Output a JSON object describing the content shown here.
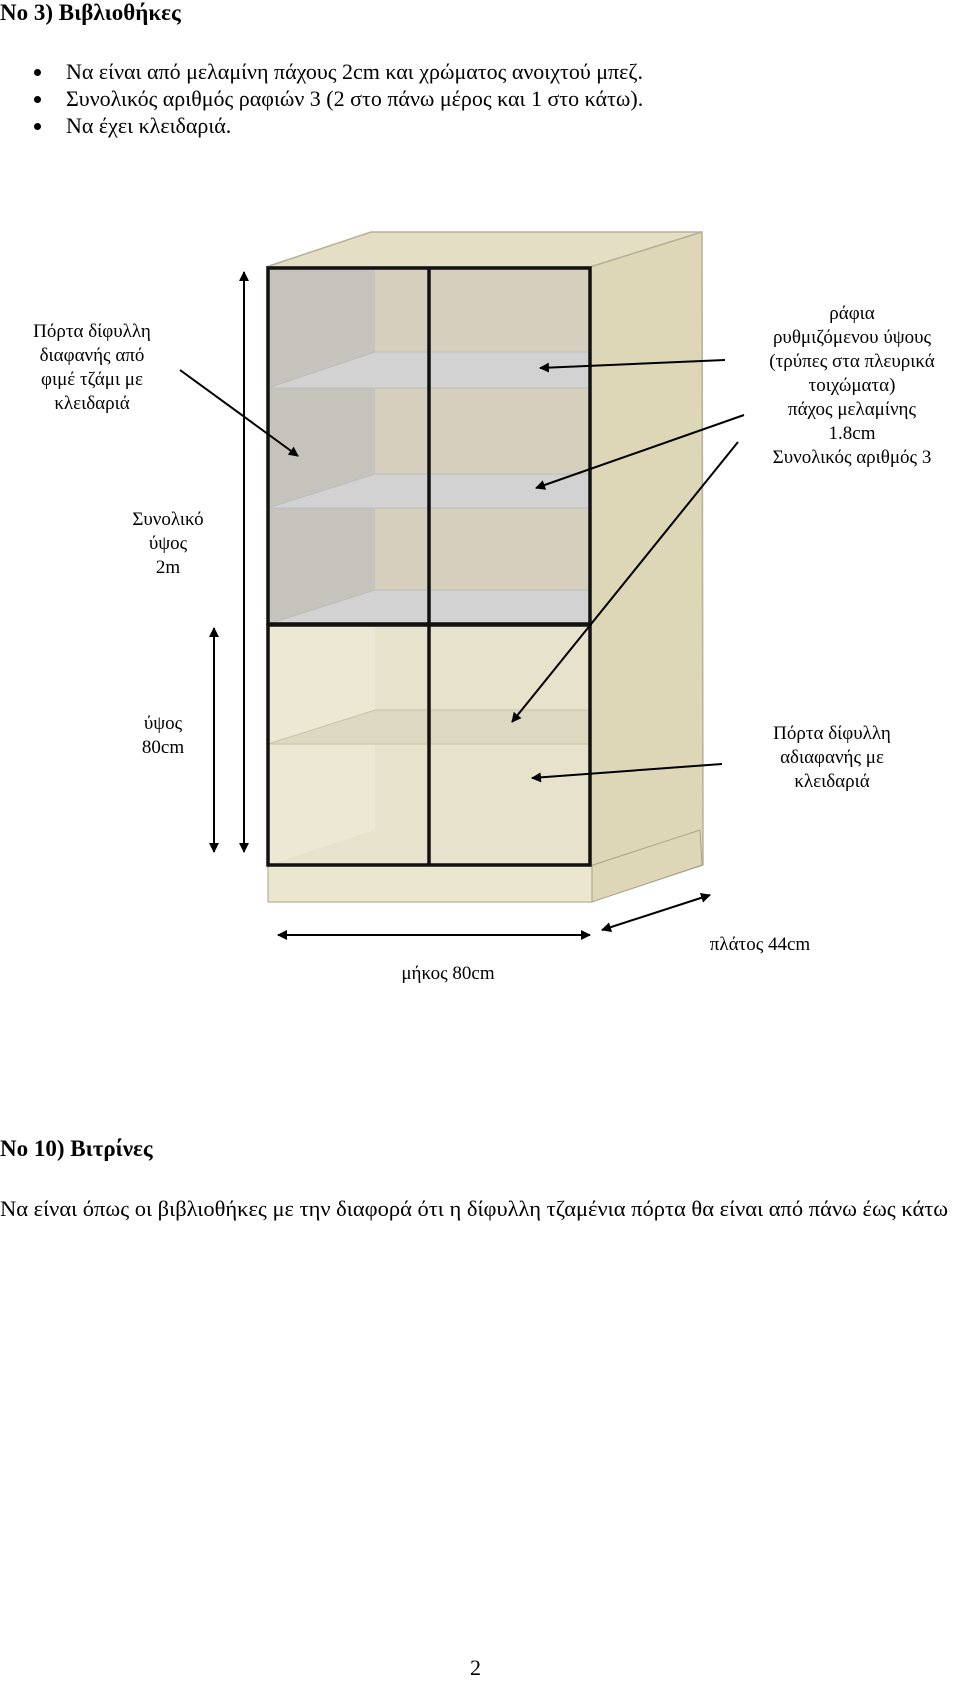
{
  "section_bookcases": {
    "heading": "Νο 3)  Βιβλιοθήκες",
    "bullets": [
      "Να είναι από μελαμίνη πάχους 2cm και χρώματος ανοιχτού μπεζ.",
      "Συνολικός αριθμός ραφιών 3 (2 στο πάνω μέρος και 1 στο κάτω).",
      "Να έχει κλειδαριά."
    ]
  },
  "diagram": {
    "glass_door_label": [
      "Πόρτα δίφυλλη",
      "διαφανής από",
      "φιμέ τζάμι με",
      "κλειδαριά"
    ],
    "total_height_label": [
      "Συνολικό",
      "ύψος",
      "2m"
    ],
    "lower_height_label": [
      "ύψος",
      "80cm"
    ],
    "shelves_label": [
      "ράφια",
      "ρυθμιζόμενου ύψους",
      "(τρύπες στα πλευρικά",
      "τοιχώματα)",
      "πάχος μελαμίνης",
      "1.8cm",
      "Συνολικός αριθμός 3"
    ],
    "opaque_door_label": [
      "Πόρτα δίφυλλη",
      "αδιαφανής με",
      "κλειδαριά"
    ],
    "length_label": "μήκος 80cm",
    "width_label": "πλάτος 44cm",
    "colors": {
      "beige_panel": "#ddd7b8",
      "beige_light": "#ebe7cf",
      "back_wall": "#d6cfbd",
      "glass_side": "#c5c3bb",
      "glass_shelf": "#d2d2d2",
      "lower_back": "#e6e2cb",
      "lower_side": "#ece8d4"
    }
  },
  "section_vitrines": {
    "heading": "Νο 10)  Βιτρίνες",
    "paragraph": "Να είναι όπως οι βιβλιοθήκες με την διαφορά ότι η δίφυλλη τζαμένια πόρτα θα είναι από πάνω έως κάτω"
  },
  "page_number": "2"
}
